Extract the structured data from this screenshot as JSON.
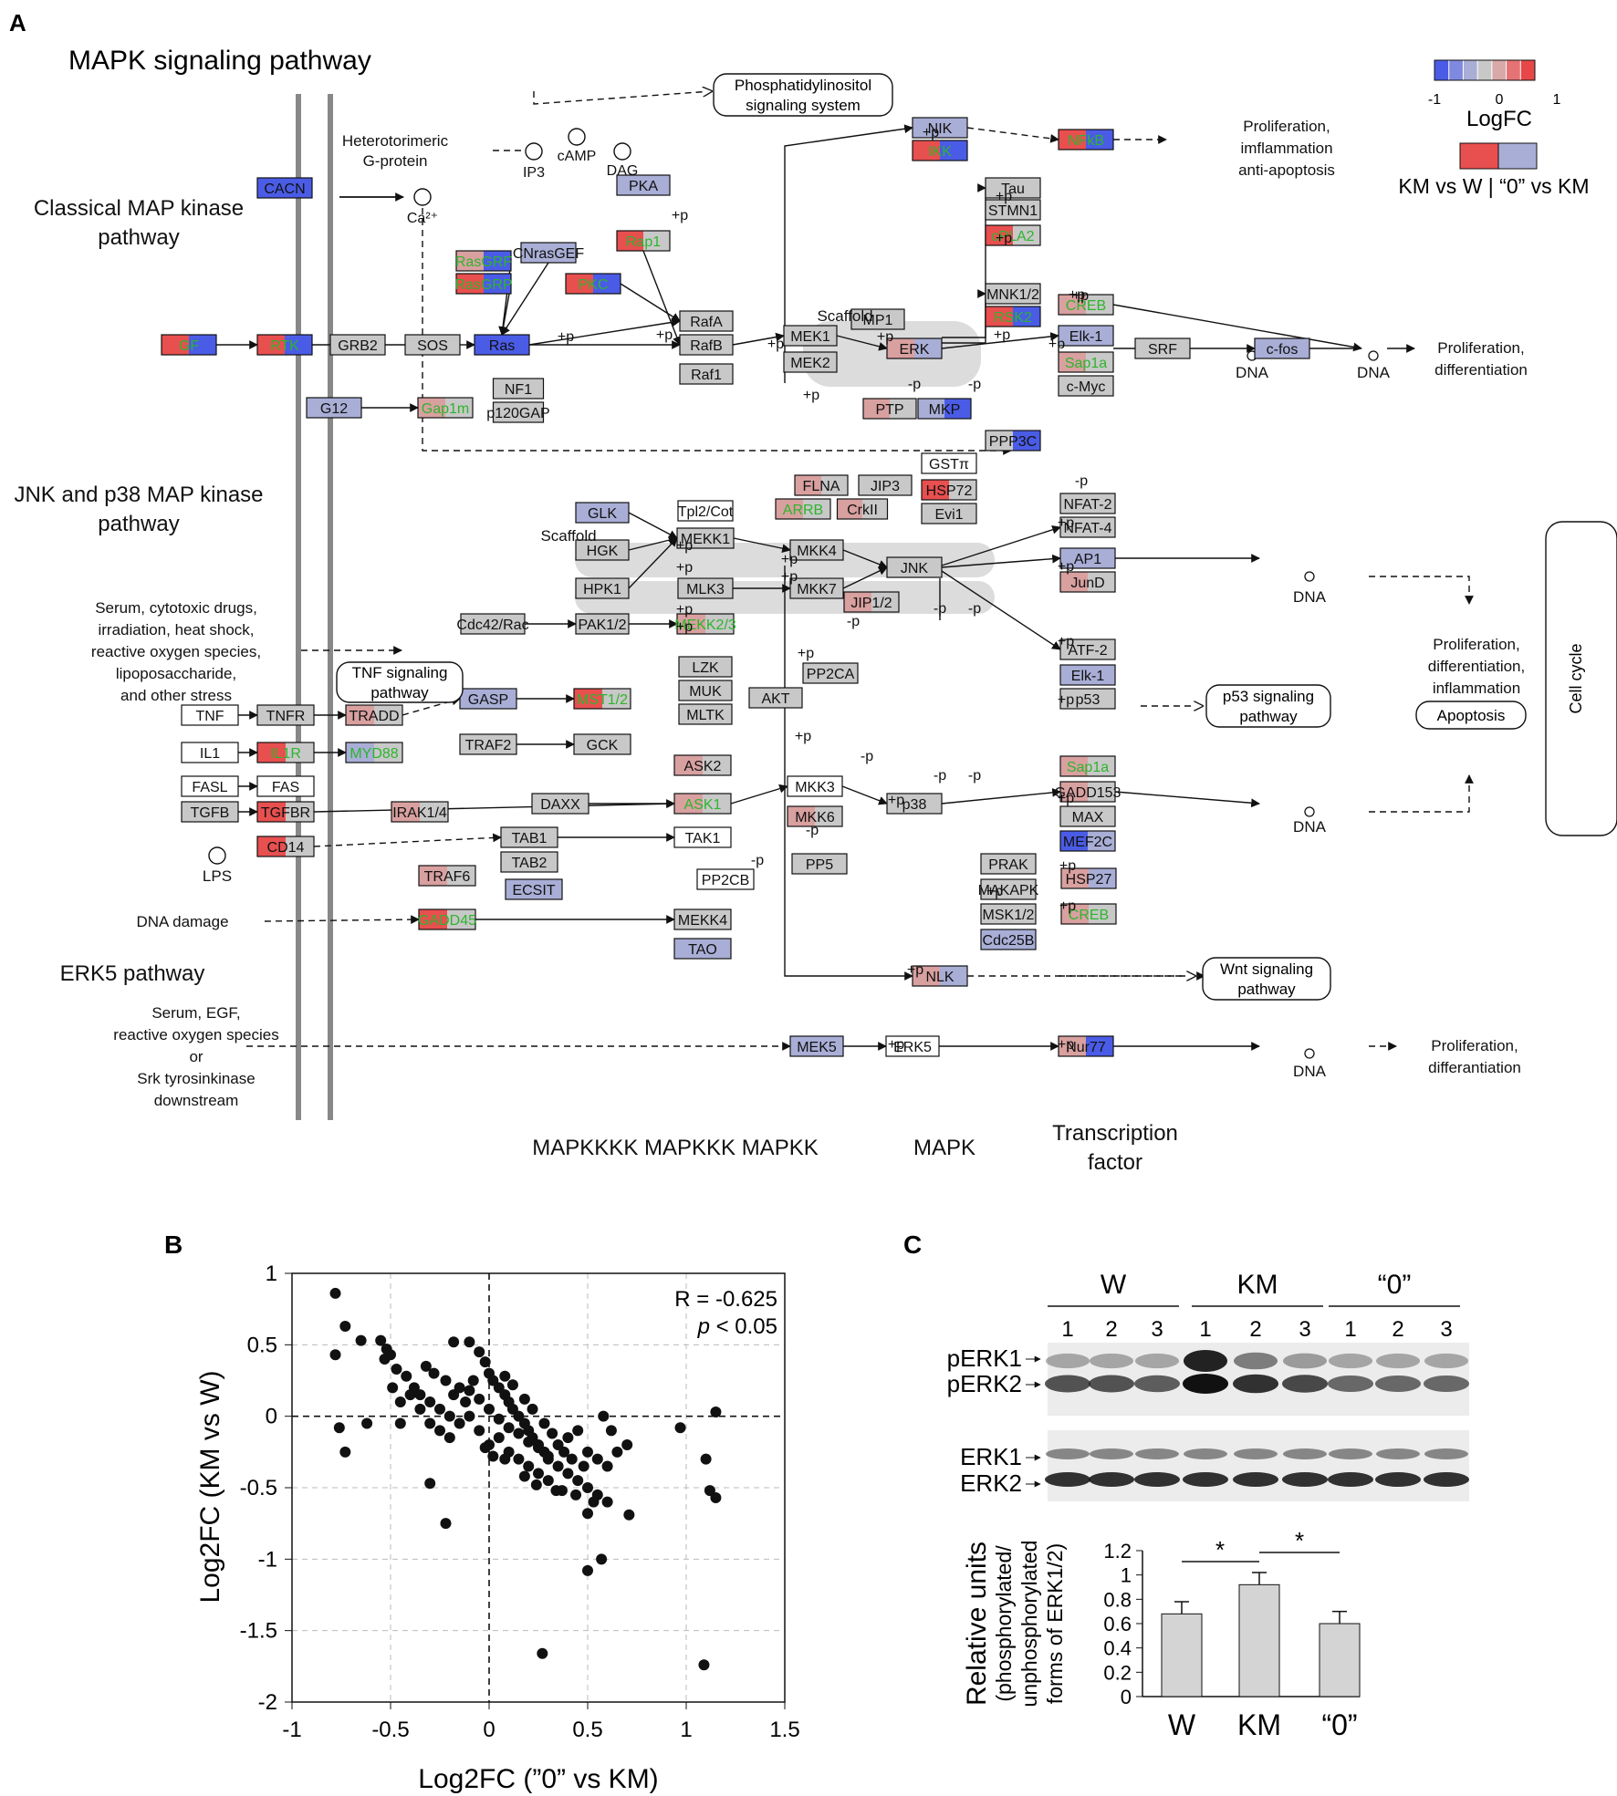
{
  "panel_labels": {
    "a": "A",
    "b": "B",
    "c": "C"
  },
  "panel_a": {
    "title": "MAPK signaling pathway",
    "sections": {
      "classical": "Classical MAP kinase\npathway",
      "jnk_p38": "JNK and p38 MAP kinase\npathway",
      "erk5": "ERK5 pathway"
    },
    "legend": {
      "tick_min": "-1",
      "tick_mid": "0",
      "tick_max": "1",
      "logfc_label": "LogFC",
      "comparison_label": "KM vs W | “0” vs KM",
      "scale_colors": [
        "#4a5ce6",
        "#7e89df",
        "#a8aed6",
        "#c8c8c8",
        "#d9a8a8",
        "#e57373",
        "#e84747"
      ]
    },
    "stimuli": {
      "stress": "Serum, cytotoxic drugs,\nirradiation, heat shock,\nreactive oxygen species,\nlipoposaccharide,\nand other stress",
      "dna_damage": "DNA damage",
      "erk5_stim": "Serum, EGF,\nreactive oxygen species\nor\nSrk tyrosinkinase\ndownstream",
      "heterotrimeric": "Heterotorimeric\nG-protein",
      "lps": "LPS"
    },
    "pathway_boxes": {
      "pi": "Phosphatidylinositol\nsignaling system",
      "tnf": "TNF signaling\npathway",
      "p53": "p53 signaling\npathway",
      "wnt": "Wnt signaling\npathway",
      "apoptosis": "Apoptosis",
      "cell_cycle": "Cell cycle"
    },
    "outcomes": {
      "prolif_infl": "Proliferation,\nimflammation\nanti-apoptosis",
      "prolif_diff": "Proliferation,\ndifferentiation",
      "prolif_diff_infl": "Proliferation,\ndifferentiation,\ninflammation",
      "prolif_differ": "Proliferation,\ndifferantiation"
    },
    "small_molecules": {
      "ip3": "IP3",
      "camp": "cAMP",
      "dag": "DAG",
      "ca": "Ca²⁺",
      "dna": "DNA"
    },
    "scaffold_labels": {
      "s1": "Scaffold",
      "s2": "Scaffold"
    },
    "tier_labels": {
      "tier1": "MAPKKKK MAPKKK MAPKK",
      "tier2": "MAPK",
      "tier3": "Transcription\nfactor"
    },
    "phospho_labels": {
      "p_plus": "+p",
      "p_minus": "-p"
    },
    "genes": {
      "CACN": "CACN",
      "GF": "GF",
      "RTK": "RTK",
      "GRB2": "GRB2",
      "SOS": "SOS",
      "Ras": "Ras",
      "NF1": "NF1",
      "p120GAP": "p120GAP",
      "G12": "G12",
      "Gap1m": "Gap1m",
      "RasGRF": "RasGRF",
      "RasGRP": "RasGRP",
      "CNrasGEF": "CNrasGEF",
      "PKA": "PKA",
      "Rap1": "Rap1",
      "PKC": "PKC",
      "RafA": "RafA",
      "RafB": "RafB",
      "Raf1": "Raf1",
      "NIK": "NIK",
      "IKK": "IKK",
      "NFkB": "NFkB",
      "Tau": "Tau",
      "STMN1": "STMN1",
      "cPLA2": "cPLA2",
      "MNK12": "MNK1/2",
      "RSK2": "RSK2",
      "CREB": "CREB",
      "MP1": "MP1",
      "MEK1": "MEK1",
      "MEK2": "MEK2",
      "ERK": "ERK",
      "PTP": "PTP",
      "MKP": "MKP",
      "Elk1": "Elk-1",
      "Sap1a": "Sap1a",
      "cMyc": "c-Myc",
      "SRF": "SRF",
      "cfos": "c-fos",
      "PPP3C": "PPP3C",
      "GSTpi": "GSTπ",
      "HSP72": "HSP72",
      "Evi1": "Evi1",
      "FLNA": "FLNA",
      "JIP3": "JIP3",
      "ARRB": "ARRB",
      "CrkII": "CrkII",
      "NFAT2": "NFAT-2",
      "NFAT4": "NFAT-4",
      "AP1": "AP1",
      "JunD": "JunD",
      "GLK": "GLK",
      "Tpl2Cot": "Tpl2/Cot",
      "HGK": "HGK",
      "MEKK1": "MEKK1",
      "MKK4": "MKK4",
      "JNK": "JNK",
      "HPK1": "HPK1",
      "MLK3": "MLK3",
      "MKK7": "MKK7",
      "JIP12": "JIP1/2",
      "Cdc42Rac": "Cdc42/Rac",
      "PAK12": "PAK1/2",
      "MEKK23": "MEKK2/3",
      "LZK": "LZK",
      "MUK": "MUK",
      "MLTK": "MLTK",
      "PP2CA": "PP2CA",
      "AKT": "AKT",
      "ATF2": "ATF-2",
      "Elk1b": "Elk-1",
      "p53": "p53",
      "TNF": "TNF",
      "TNFR": "TNFR",
      "TRADD": "TRADD",
      "GASP": "GASP",
      "MST12": "MST1/2",
      "IL1": "IL1",
      "IL1R": "IL1R",
      "MYD88": "MYD88",
      "TRAF2": "TRAF2",
      "GCK": "GCK",
      "FASL": "FASL",
      "FAS": "FAS",
      "TGFB": "TGFB",
      "TGFBR": "TGFBR",
      "IRAK14": "IRAK1/4",
      "DAXX": "DAXX",
      "ASK2": "ASK2",
      "ASK1": "ASK1",
      "MKK3": "MKK3",
      "MKK6": "MKK6",
      "p38": "p38",
      "Sap1a2": "Sap1a",
      "GADD153": "GADD153",
      "MAX": "MAX",
      "MEF2C": "MEF2C",
      "CD14": "CD14",
      "TAB1": "TAB1",
      "TAK1": "TAK1",
      "TAB2": "TAB2",
      "PP2CB": "PP2CB",
      "PP5": "PP5",
      "TRAF6": "TRAF6",
      "ECSIT": "ECSIT",
      "PRAK": "PRAK",
      "MAKAPK": "MAKAPK",
      "HSP27": "HSP27",
      "MSK12": "MSK1/2",
      "CREB2": "CREB",
      "Cdc25B": "Cdc25B",
      "GADD45": "GADD45",
      "MEKK4": "MEKK4",
      "TAO": "TAO",
      "NLK": "NLK",
      "MEK5": "MEK5",
      "ERK5": "ERK5",
      "Nur77": "Nur77"
    }
  },
  "panel_b": {
    "annotation_r": "R = -0.625",
    "annotation_p_italic": "p",
    "annotation_p_rest": " < 0.05",
    "chart_data": {
      "type": "scatter",
      "xlabel": "Log2FC (”0” vs KM)",
      "ylabel": "Log2FC (KM vs W)",
      "xlim": [
        -1,
        1.5
      ],
      "ylim": [
        -2,
        1
      ],
      "xticks": [
        "-1",
        "-0.5",
        "0",
        "0.5",
        "1",
        "1.5"
      ],
      "yticks": [
        "1",
        "0.5",
        "0",
        "-0.5",
        "-1",
        "-1.5",
        "-2"
      ],
      "grid": true,
      "points": [
        [
          -0.78,
          0.86
        ],
        [
          -0.78,
          0.43
        ],
        [
          -0.73,
          0.63
        ],
        [
          -0.76,
          -0.08
        ],
        [
          -0.73,
          -0.25
        ],
        [
          -0.65,
          0.53
        ],
        [
          -0.55,
          0.53
        ],
        [
          -0.52,
          0.47
        ],
        [
          -0.5,
          0.43
        ],
        [
          -0.53,
          0.4
        ],
        [
          -0.47,
          0.33
        ],
        [
          -0.49,
          0.2
        ],
        [
          -0.45,
          0.1
        ],
        [
          -0.42,
          0.28
        ],
        [
          -0.38,
          0.2
        ],
        [
          -0.35,
          0.15
        ],
        [
          -0.3,
          0.1
        ],
        [
          -0.25,
          0.05
        ],
        [
          -0.2,
          0.0
        ],
        [
          -0.18,
          0.52
        ],
        [
          -0.1,
          0.52
        ],
        [
          -0.05,
          0.45
        ],
        [
          -0.02,
          0.38
        ],
        [
          0.0,
          0.3
        ],
        [
          0.02,
          0.25
        ],
        [
          0.05,
          0.2
        ],
        [
          0.08,
          0.15
        ],
        [
          0.1,
          0.1
        ],
        [
          0.12,
          0.05
        ],
        [
          0.15,
          0.0
        ],
        [
          0.18,
          -0.05
        ],
        [
          0.2,
          -0.1
        ],
        [
          0.22,
          -0.15
        ],
        [
          0.25,
          -0.2
        ],
        [
          0.28,
          -0.25
        ],
        [
          0.3,
          -0.3
        ],
        [
          0.35,
          -0.35
        ],
        [
          0.4,
          -0.4
        ],
        [
          0.45,
          -0.45
        ],
        [
          0.5,
          -0.5
        ],
        [
          0.55,
          -0.55
        ],
        [
          0.6,
          -0.6
        ],
        [
          -0.32,
          0.35
        ],
        [
          -0.28,
          0.3
        ],
        [
          -0.22,
          0.25
        ],
        [
          -0.15,
          0.2
        ],
        [
          -0.1,
          0.18
        ],
        [
          -0.05,
          0.12
        ],
        [
          0.0,
          0.05
        ],
        [
          0.05,
          -0.02
        ],
        [
          0.1,
          -0.08
        ],
        [
          0.15,
          -0.12
        ],
        [
          0.2,
          -0.18
        ],
        [
          0.25,
          -0.22
        ],
        [
          0.3,
          -0.28
        ],
        [
          0.35,
          -0.2
        ],
        [
          0.4,
          -0.15
        ],
        [
          0.45,
          -0.1
        ],
        [
          0.5,
          -0.25
        ],
        [
          0.55,
          -0.3
        ],
        [
          0.6,
          -0.35
        ],
        [
          0.62,
          -0.1
        ],
        [
          0.58,
          0.0
        ],
        [
          0.65,
          -0.25
        ],
        [
          0.7,
          -0.2
        ],
        [
          -0.4,
          0.15
        ],
        [
          -0.35,
          0.05
        ],
        [
          -0.3,
          -0.05
        ],
        [
          -0.25,
          -0.1
        ],
        [
          -0.2,
          -0.15
        ],
        [
          -0.15,
          -0.05
        ],
        [
          -0.1,
          0.0
        ],
        [
          -0.05,
          -0.1
        ],
        [
          0.0,
          -0.2
        ],
        [
          0.05,
          -0.15
        ],
        [
          0.1,
          -0.25
        ],
        [
          0.15,
          -0.3
        ],
        [
          0.2,
          -0.35
        ],
        [
          0.25,
          -0.4
        ],
        [
          0.3,
          -0.45
        ],
        [
          -0.45,
          -0.05
        ],
        [
          -0.62,
          -0.05
        ],
        [
          -0.3,
          -0.47
        ],
        [
          -0.22,
          -0.75
        ],
        [
          0.37,
          -0.52
        ],
        [
          0.5,
          -0.68
        ],
        [
          0.53,
          -0.6
        ],
        [
          0.57,
          -1.0
        ],
        [
          0.5,
          -1.08
        ],
        [
          0.71,
          -0.69
        ],
        [
          0.27,
          -1.66
        ],
        [
          0.97,
          -0.08
        ],
        [
          1.1,
          -0.3
        ],
        [
          1.15,
          0.03
        ],
        [
          1.12,
          -0.52
        ],
        [
          1.15,
          -0.57
        ],
        [
          1.09,
          -1.74
        ],
        [
          -0.08,
          0.25
        ],
        [
          -0.12,
          0.1
        ],
        [
          0.08,
          0.28
        ],
        [
          0.12,
          0.22
        ],
        [
          0.18,
          0.12
        ],
        [
          -0.18,
          0.15
        ],
        [
          0.22,
          0.05
        ],
        [
          0.28,
          -0.05
        ],
        [
          0.32,
          -0.12
        ],
        [
          0.38,
          -0.25
        ],
        [
          0.42,
          -0.3
        ],
        [
          0.48,
          -0.35
        ],
        [
          0.08,
          -0.3
        ],
        [
          0.02,
          -0.28
        ],
        [
          -0.02,
          -0.22
        ],
        [
          0.18,
          -0.42
        ],
        [
          0.24,
          -0.48
        ],
        [
          0.34,
          -0.52
        ],
        [
          0.44,
          -0.55
        ]
      ]
    }
  },
  "panel_c": {
    "groups": [
      "W",
      "KM",
      "“0”"
    ],
    "lanes": [
      "1",
      "2",
      "3",
      "1",
      "2",
      "3",
      "1",
      "2",
      "3"
    ],
    "blot_labels": {
      "perk1": "pERK1",
      "perk2": "pERK2",
      "erk1": "ERK1",
      "erk2": "ERK2"
    },
    "ylabel_main": "Relative units",
    "ylabel_sub1": "(phosphorylated/",
    "ylabel_sub2": "unphosphorylated",
    "ylabel_sub3": "forms of ERK1/2)",
    "significance": "*",
    "chart_data": {
      "type": "bar",
      "categories": [
        "W",
        "KM",
        "“0”"
      ],
      "values": [
        0.68,
        0.92,
        0.6
      ],
      "errors": [
        0.1,
        0.1,
        0.1
      ],
      "ylim": [
        0,
        1.2
      ],
      "yticks": [
        "1.2",
        "1",
        "0.8",
        "0.6",
        "0.4",
        "0.2",
        "0"
      ],
      "bar_color": "#d4d4d4"
    }
  }
}
